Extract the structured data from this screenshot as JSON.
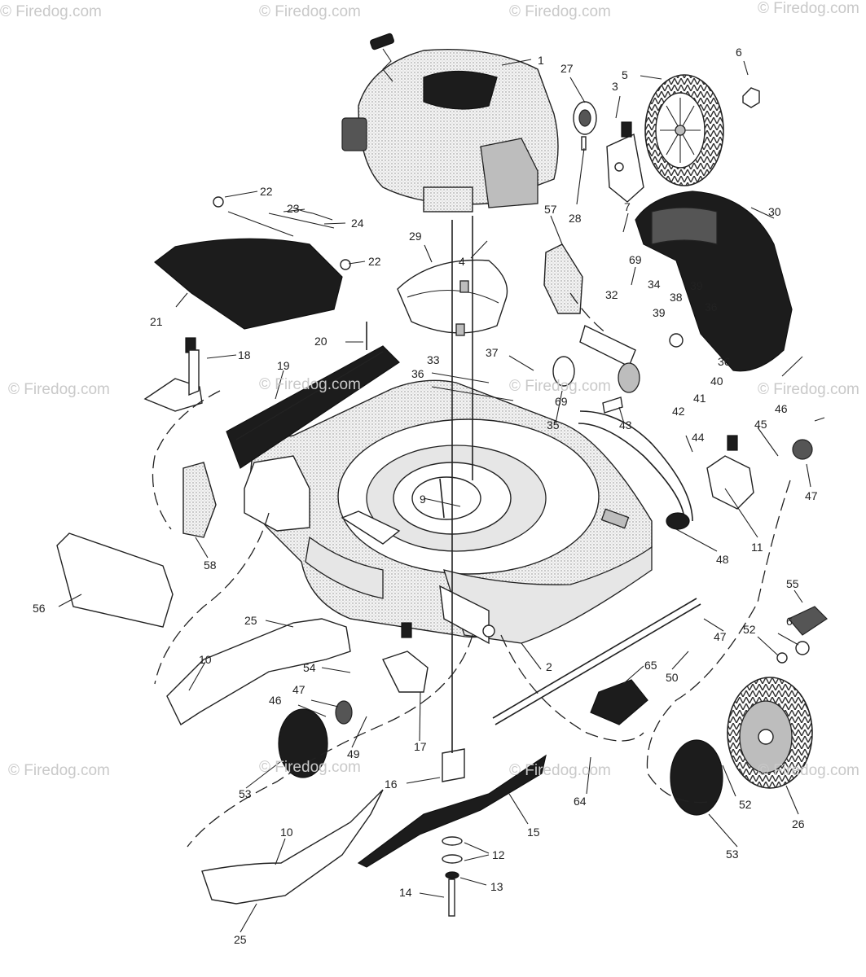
{
  "watermark": "© Firedog.com",
  "callouts": [
    "1",
    "27",
    "3",
    "5",
    "6",
    "22",
    "23",
    "24",
    "22",
    "21",
    "29",
    "4",
    "57",
    "28",
    "7",
    "30",
    "69",
    "34",
    "38",
    "39",
    "39",
    "36",
    "32",
    "20",
    "18",
    "19",
    "37",
    "33",
    "36",
    "69",
    "36",
    "40",
    "41",
    "42",
    "35",
    "43",
    "46",
    "45",
    "44",
    "47",
    "11",
    "48",
    "9",
    "56",
    "58",
    "55",
    "6",
    "52",
    "25",
    "10",
    "54",
    "47",
    "46",
    "49",
    "17",
    "2",
    "65",
    "50",
    "47",
    "53",
    "16",
    "15",
    "64",
    "52",
    "53",
    "26",
    "10",
    "12",
    "13",
    "14",
    "25"
  ]
}
